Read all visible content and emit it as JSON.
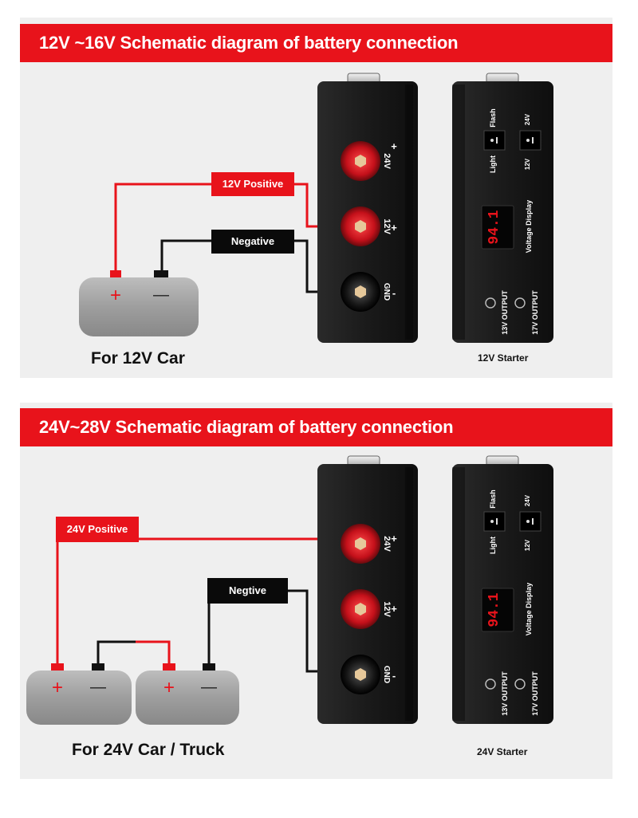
{
  "sections": [
    {
      "title": "12V ~16V Schematic diagram of battery connection",
      "positive_label": "12V Positive",
      "negative_label": "Negative",
      "car_caption": "For 12V Car",
      "starter_caption": "12V Starter"
    },
    {
      "title": "24V~28V Schematic diagram of battery connection",
      "positive_label": "24V Positive",
      "negative_label": "Negtive",
      "car_caption": "For 24V Car / Truck",
      "starter_caption": "24V Starter"
    }
  ],
  "device_front": {
    "terminal_24v": "24V",
    "terminal_12v": "12V",
    "terminal_gnd": "GND",
    "plus": "+",
    "minus": "-"
  },
  "device_back": {
    "flash": "Flash",
    "light": "Light",
    "v24": "24V",
    "v12": "12V",
    "voltage_display": "Voltage Display",
    "display_value": "94.1",
    "out_13v": "13V OUTPUT",
    "out_17v": "17V OUTPUT"
  },
  "battery": {
    "plus": "+",
    "minus": "—"
  },
  "colors": {
    "accent": "#e8131b",
    "panel": "#efefef",
    "device": "#1b1b1b",
    "battery": "#a6a6a6",
    "wire_pos": "#e8131b",
    "wire_neg": "#111111"
  }
}
